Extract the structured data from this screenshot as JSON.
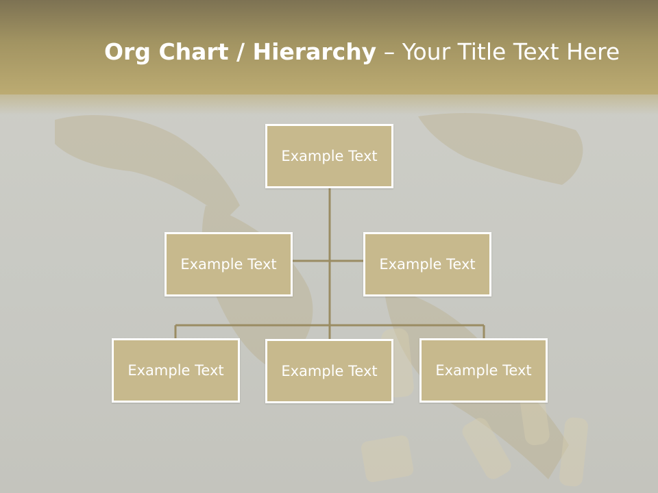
{
  "slide": {
    "title_bold": "Org Chart / Hierarchy",
    "title_dash": " – ",
    "title_rest": "Your Title Text Here"
  },
  "org_chart": {
    "top": {
      "label": "Example Text"
    },
    "level2": [
      {
        "label": "Example Text"
      },
      {
        "label": "Example Text"
      }
    ],
    "level3": [
      {
        "label": "Example Text"
      },
      {
        "label": "Example Text"
      },
      {
        "label": "Example Text"
      }
    ]
  },
  "colors": {
    "header_top": "#7d7253",
    "header_bottom": "#bcab72",
    "node_fill": "#c7b98d",
    "node_border": "#ffffff",
    "connector": "#9a8c63",
    "background": "#c9cac4"
  }
}
